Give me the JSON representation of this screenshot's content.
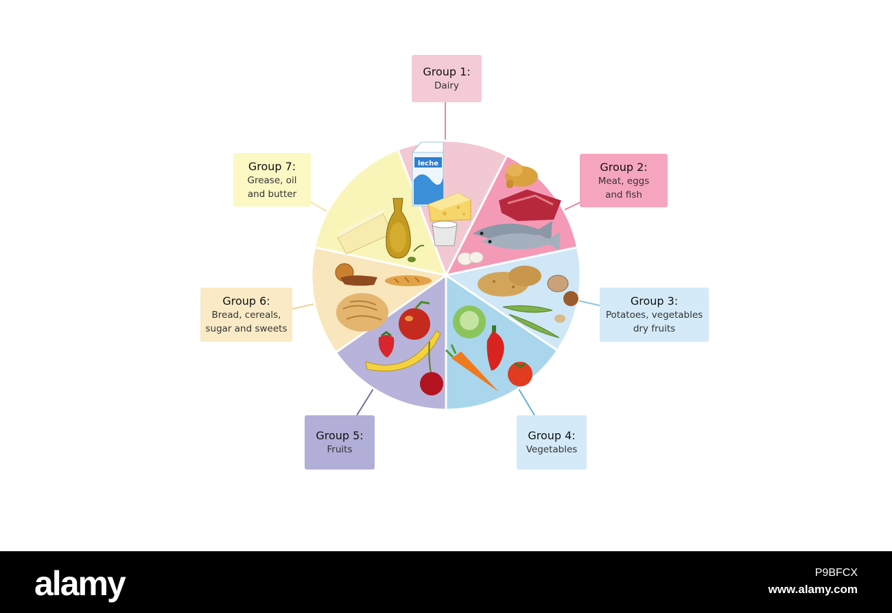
{
  "colors": {
    "group1_fill": "#f2c9d2",
    "group1_box": "#f4cbd4",
    "group1_line": "#e08a9a",
    "group2_fill": "#f49ab6",
    "group2_box": "#f6a5bf",
    "group2_line": "#e8809f",
    "group3_fill": "#cfe7f6",
    "group3_box": "#d4eaf8",
    "group3_line": "#8cc4e4",
    "group4_fill": "#a9d6ec",
    "group4_box": "#d4eaf8",
    "group4_line": "#5fb0d8",
    "group5_fill": "#b7b3da",
    "group5_box": "#b1aed8",
    "group5_line": "#6d6aa0",
    "group6_fill": "#f9e6bd",
    "group6_box": "#faebc6",
    "group6_line": "#f0d190",
    "group7_fill": "#f9f5b9",
    "group7_box": "#fbf8c3",
    "group7_line": "#efe79b",
    "footer": "#000000"
  },
  "groups": [
    {
      "id": "group-1",
      "title": "Group 1:",
      "desc": [
        "Dairy"
      ],
      "icons": [
        "milk-carton-icon",
        "cheese-icon",
        "yogurt-icon"
      ]
    },
    {
      "id": "group-2",
      "title": "Group 2:",
      "desc": [
        "Meat, eggs",
        "and fish"
      ],
      "icons": [
        "chicken-icon",
        "meat-icon",
        "fish-icon",
        "eggs-icon"
      ]
    },
    {
      "id": "group-3",
      "title": "Group 3:",
      "desc": [
        "Potatoes, vegetables",
        "dry fruits"
      ],
      "icons": [
        "potato-icon",
        "nuts-icon",
        "pea-pods-icon"
      ]
    },
    {
      "id": "group-4",
      "title": "Group 4:",
      "desc": [
        "Vegetables"
      ],
      "icons": [
        "cabbage-icon",
        "pepper-icon",
        "carrot-icon",
        "tomato-icon"
      ]
    },
    {
      "id": "group-5",
      "title": "Group 5:",
      "desc": [
        "Fruits"
      ],
      "icons": [
        "apple-icon",
        "strawberry-icon",
        "banana-icon",
        "cherry-icon"
      ]
    },
    {
      "id": "group-6",
      "title": "Group 6:",
      "desc": [
        "Bread, cereals,",
        "sugar and sweets"
      ],
      "icons": [
        "pastry-icon",
        "bread-icon",
        "cereal-icon"
      ]
    },
    {
      "id": "group-7",
      "title": "Group 7:",
      "desc": [
        "Grease, oil",
        "and butter"
      ],
      "icons": [
        "butter-icon",
        "oil-bottle-icon",
        "olive-icon"
      ]
    }
  ],
  "milk_carton_text": "leche",
  "footer": {
    "wordmark": "alamy",
    "stock_id": "P9BFCX",
    "url": "www.alamy.com"
  }
}
